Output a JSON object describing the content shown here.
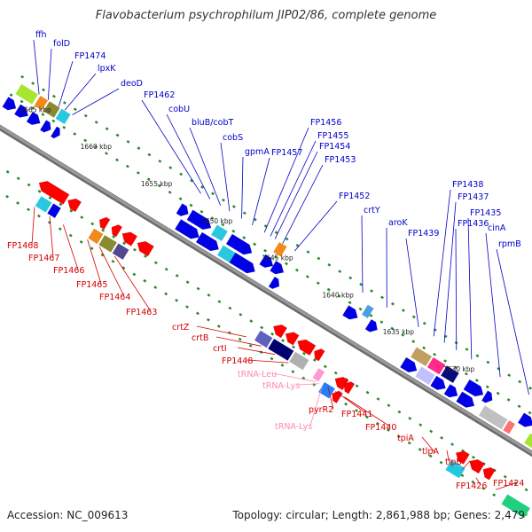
{
  "title": "Flavobacterium psychrophilum JIP02/86, complete genome",
  "footer": {
    "accession": "Accession: NC_009613",
    "summary": "Topology: circular; Length: 2,861,988 bp; Genes: 2,479"
  },
  "colors": {
    "forward_label": "#0000c8",
    "reverse_label": "#d40000",
    "rna_label": "#ff88b0",
    "forward_gene": "#0000e6",
    "reverse_gene": "#ff0000",
    "tick": "#2a8a2a",
    "backbone": "#9a9a9a"
  },
  "kbp_ticks": [
    "1665 kbp",
    "1660 kbp",
    "1655 kbp",
    "1650 kbp",
    "1645 kbp",
    "1640 kbp",
    "1635 kbp",
    "1630 kbp"
  ],
  "forward_labels": [
    "ffh",
    "folD",
    "FP1474",
    "lpxK",
    "deoD",
    "FP1462",
    "cobU",
    "bluB/cobT",
    "cobS",
    "gpmA",
    "FP1457",
    "FP1456",
    "FP1455",
    "FP1454",
    "FP1453",
    "FP1452",
    "crtY",
    "aroK",
    "FP1439",
    "FP1438",
    "FP1437",
    "FP1436",
    "FP1435",
    "cinA",
    "rpmB"
  ],
  "reverse_labels": [
    "FP1468",
    "FP1467",
    "FP1466",
    "FP1465",
    "FP1464",
    "FP1463",
    "crtZ",
    "crtB",
    "crtI",
    "FP1448",
    "pyrR2",
    "FP1441",
    "FP1440",
    "tpiA",
    "tlpA",
    "tlpB",
    "FP1426",
    "FP1424"
  ],
  "rna_labels": [
    "tRNA-Leu",
    "tRNA-Lys",
    "tRNA-Lys"
  ]
}
